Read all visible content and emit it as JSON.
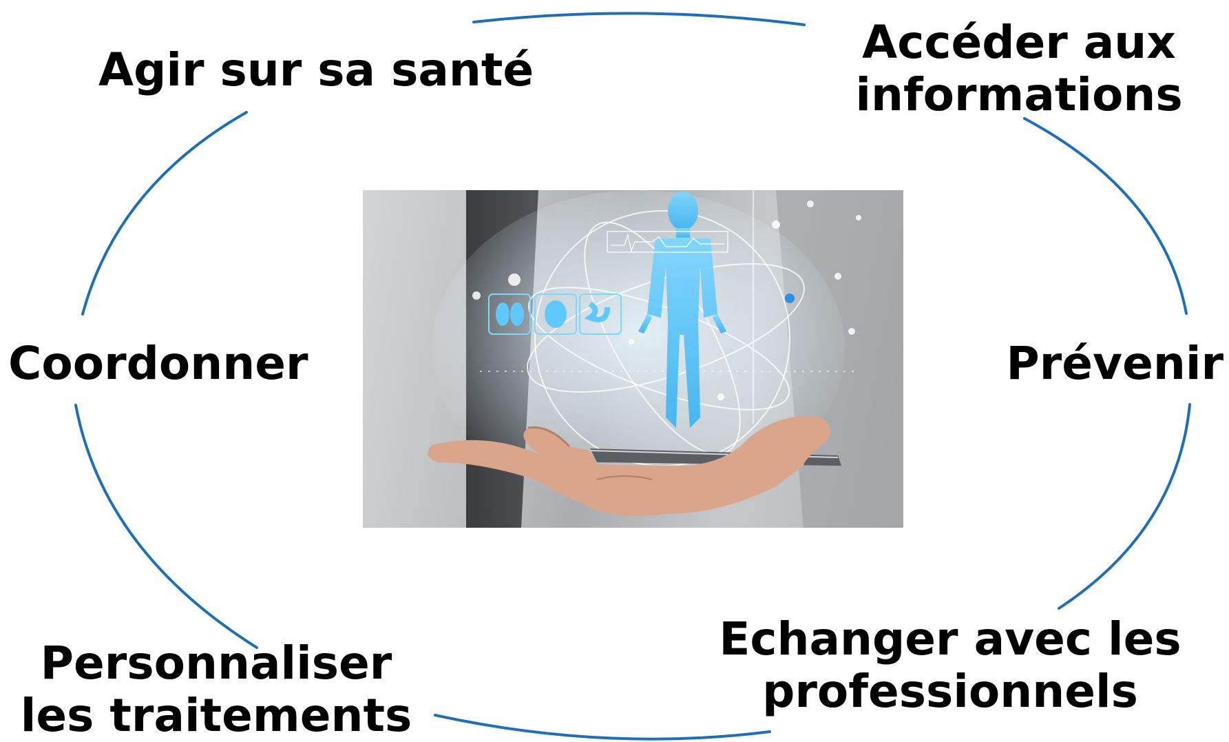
{
  "diagram": {
    "ring_color": "#1F6FB8",
    "center_image": "health-hologram-photo",
    "items": [
      {
        "id": "agir",
        "lines": [
          "Agir sur sa santé"
        ]
      },
      {
        "id": "acceder",
        "lines": [
          "Accéder aux",
          "informations"
        ]
      },
      {
        "id": "prevenir",
        "lines": [
          "Prévenir"
        ]
      },
      {
        "id": "echanger",
        "lines": [
          "Echanger avec les",
          "professionnels"
        ]
      },
      {
        "id": "perso",
        "lines": [
          "Personnaliser",
          "les traitements"
        ]
      },
      {
        "id": "coordonner",
        "lines": [
          "Coordonner"
        ]
      }
    ]
  }
}
